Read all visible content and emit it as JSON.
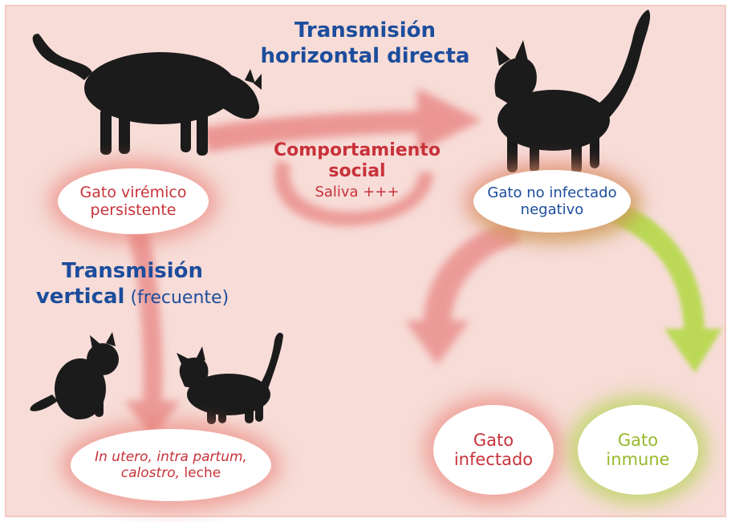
{
  "colors": {
    "background": "#f7dcd7",
    "red_text": "#c8323a",
    "blue_text": "#1c4d9c",
    "green_text": "#98b82a",
    "arrow_red": "#e98a88",
    "arrow_green": "#b5d94a",
    "silhouette": "#1b1b1b"
  },
  "horizontal": {
    "line1": "Transmisión",
    "line2": "horizontal directa"
  },
  "social": {
    "line1": "Comportamiento",
    "line2": "social",
    "saliva": "Saliva +++"
  },
  "vertical": {
    "line1": "Transmisión",
    "line2_bold": "vertical",
    "line2_rest": " (frecuente)"
  },
  "nodes": {
    "viremic": {
      "line1": "Gato virémico",
      "line2": "persistente"
    },
    "uninfected": {
      "line1": "Gato no infectado",
      "line2": "negativo"
    },
    "infected": {
      "line1": "Gato",
      "line2": "infectado"
    },
    "immune": {
      "line1": "Gato",
      "line2": "inmune"
    },
    "routes": {
      "italic1": "In utero, intra partum,",
      "italic2": "calostro,",
      "plain": " leche"
    }
  },
  "icons": [
    "cat-silhouette-icon",
    "kitten-silhouette-icon"
  ]
}
